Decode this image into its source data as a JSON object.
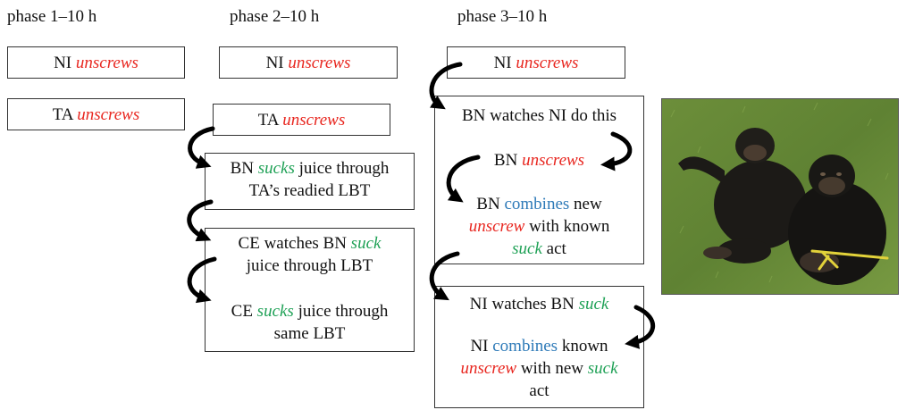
{
  "phases": {
    "p1": "phase 1–10 h",
    "p2": "phase 2–10 h",
    "p3": "phase 3–10 h"
  },
  "words": {
    "unscrews": "unscrews",
    "sucks": "sucks",
    "suck": "suck",
    "combines": "combines",
    "unscrew": "unscrew"
  },
  "phase1": {
    "ni_name": "NI",
    "ta_name": "TA"
  },
  "phase2": {
    "ni_name": "NI",
    "ta_name": "TA",
    "bn_sucks_subject": "BN",
    "bn_sucks_rest": "juice through",
    "bn_sucks_line2": "TA’s readied LBT",
    "ce_watches_pre": "CE watches BN",
    "ce_watches_line2": "juice through LBT",
    "ce_sucks_subject": "CE",
    "ce_sucks_rest": "juice through",
    "ce_sucks_line2": "same LBT"
  },
  "phase3": {
    "ni_name": "NI",
    "bn_watches": "BN watches NI do this",
    "bn_unscrews_subject": "BN",
    "bn_combines_subject": "BN",
    "bn_combines_rest": "new",
    "bn_combines_line2_rest": "with known",
    "bn_combines_line3_rest": "act",
    "ni_watches_pre": "NI watches BN",
    "ni_combines_subject": "NI",
    "ni_combines_rest": "known",
    "ni_combines_line2_mid": "with new",
    "ni_combines_line3": "act"
  },
  "colors": {
    "red": "#e8261f",
    "green": "#1fa156",
    "blue": "#2e7ab8"
  }
}
